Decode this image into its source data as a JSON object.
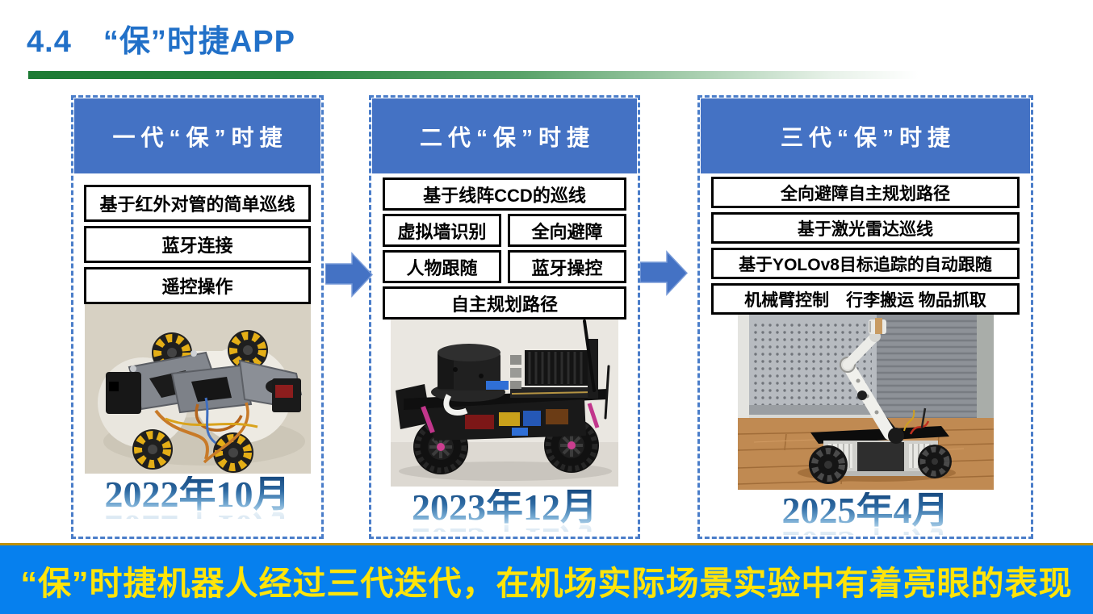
{
  "slide": {
    "title": "4.4　“保”时捷APP",
    "footer": "“保”时捷机器人经过三代迭代，在机场实际场景实验中有着亮眼的表现"
  },
  "generations": [
    {
      "header": "一代“保”时捷",
      "feature_rows": [
        {
          "cells": [
            "基于红外对管的简单巡线"
          ]
        },
        {
          "cells": [
            "蓝牙连接"
          ]
        },
        {
          "cells": [
            "遥控操作"
          ]
        }
      ],
      "photo_alt": "一代“保”时捷机器人实物照片：麦克纳姆轮底盘俯视图",
      "date": "2022年10月"
    },
    {
      "header": "二代“保”时捷",
      "feature_rows": [
        {
          "cells": [
            "基于线阵CCD的巡线"
          ]
        },
        {
          "cells": [
            "虚拟墙识别",
            "全向避障"
          ]
        },
        {
          "cells": [
            "人物跟随",
            "蓝牙操控"
          ]
        },
        {
          "cells": [
            "自主规划路径"
          ]
        }
      ],
      "photo_alt": "二代“保”时捷机器人实物照片：车式底盘，顶部搭载激光雷达与计算板",
      "date": "2023年12月"
    },
    {
      "header": "三代“保”时捷",
      "feature_rows": [
        {
          "cells": [
            "全向避障自主规划路径"
          ]
        },
        {
          "cells": [
            "基于激光雷达巡线"
          ]
        },
        {
          "cells": [
            "基于YOLOv8目标追踪的自动跟随"
          ]
        },
        {
          "cells": [
            "机械臂控制　行李搬运 物品抓取"
          ]
        }
      ],
      "photo_alt": "三代“保”时捷机器人实物照片：带白色机械臂的全向移动平台",
      "date": "2025年4月"
    }
  ],
  "icons": {
    "arrow_1": "right-block-arrow",
    "arrow_2": "right-block-arrow"
  },
  "colors": {
    "title_blue": "#2170C8",
    "header_blue": "#4472C4",
    "dashed_border_blue": "#4A7DC9",
    "arrow_blue": "#4472C4",
    "green_line": "#1D7B34",
    "banner_blue": "#0680EE",
    "banner_border_gold": "#BE9000",
    "banner_text_yellow": "#FFE40A",
    "date_gradient_top": "#16487E",
    "date_gradient_bottom": "#B9D7EB"
  }
}
